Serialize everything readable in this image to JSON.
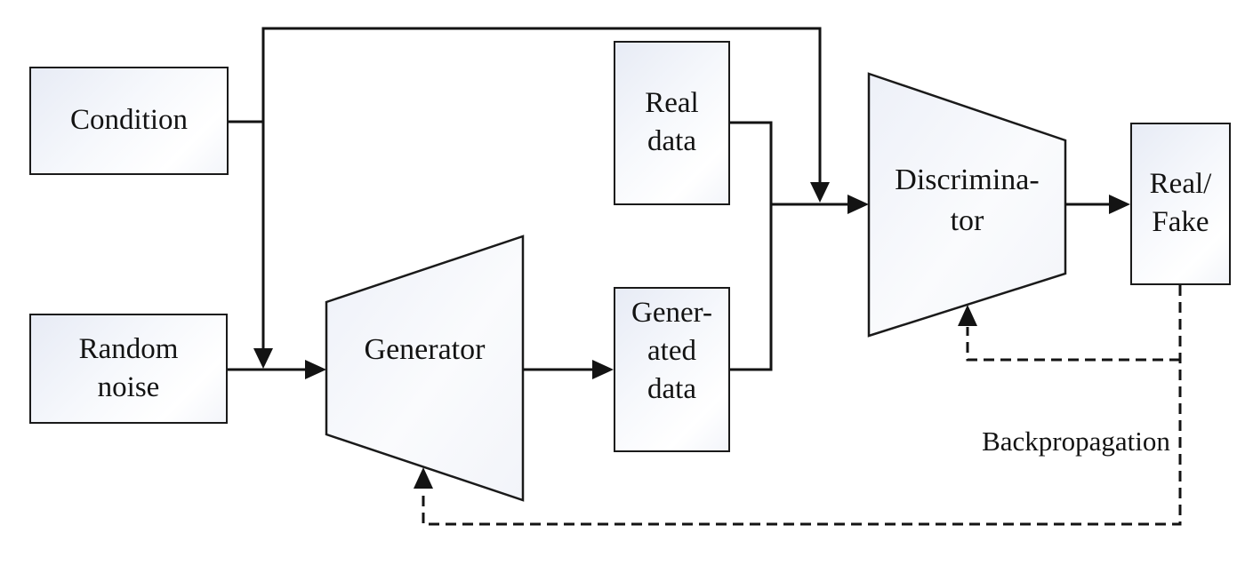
{
  "diagram": {
    "background_color": "#ffffff",
    "stroke_color": "#131313",
    "node_fill_top": "#e7ebf5",
    "node_fill_bottom": "#ffffff",
    "nodes": {
      "condition": {
        "lines": [
          "Condition"
        ]
      },
      "random_noise": {
        "lines": [
          "Random",
          "noise"
        ]
      },
      "generator": {
        "lines": [
          "Generator"
        ]
      },
      "real_data": {
        "lines": [
          "Real",
          "data"
        ]
      },
      "generated_data": {
        "lines": [
          "Gener-",
          "ated",
          "data"
        ]
      },
      "discriminator": {
        "lines": [
          "Discrimina-",
          "tor"
        ]
      },
      "real_fake": {
        "lines": [
          "Real/",
          "Fake"
        ]
      }
    },
    "annotations": {
      "backpropagation": "Backpropagation"
    },
    "edges": [
      {
        "from": "condition",
        "to": "generator",
        "style": "solid-arrow"
      },
      {
        "from": "condition",
        "to": "discriminator",
        "style": "solid-arrow"
      },
      {
        "from": "random_noise",
        "to": "generator",
        "style": "solid-arrow"
      },
      {
        "from": "generator",
        "to": "generated_data",
        "style": "solid-arrow"
      },
      {
        "from": "real_data",
        "to": "discriminator",
        "style": "solid-arrow"
      },
      {
        "from": "generated_data",
        "to": "discriminator",
        "style": "solid-arrow"
      },
      {
        "from": "discriminator",
        "to": "real_fake",
        "style": "solid-arrow"
      },
      {
        "from": "real_fake",
        "to": "discriminator",
        "style": "dashed-arrow"
      },
      {
        "from": "real_fake",
        "to": "generator",
        "style": "dashed-arrow"
      }
    ]
  }
}
